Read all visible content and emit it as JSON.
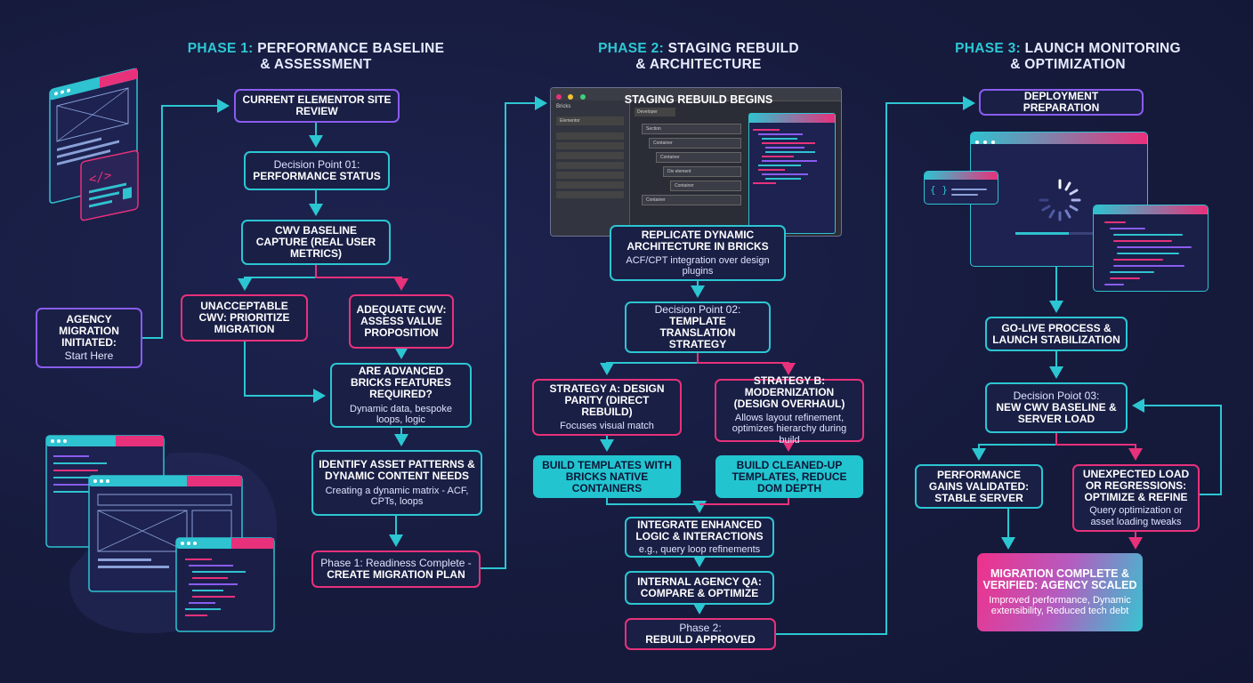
{
  "phases": [
    {
      "prefix": "PHASE 1:",
      "rest": "PERFORMANCE BASELINE",
      "line2": "& ASSESSMENT"
    },
    {
      "prefix": "PHASE 2:",
      "rest": "STAGING REBUILD",
      "line2": "& ARCHITECTURE"
    },
    {
      "prefix": "PHASE 3:",
      "rest": "LAUNCH MONITORING",
      "line2": "& OPTIMIZATION"
    }
  ],
  "nodes": {
    "p1_review": {
      "title": "CURRENT ELEMENTOR SITE REVIEW"
    },
    "p1_decision": {
      "label": "Decision Point 01:",
      "title": "PERFORMANCE STATUS"
    },
    "p1_cwv": {
      "title": "CWV BASELINE CAPTURE (REAL USER METRICS)"
    },
    "p1_start": {
      "title": "AGENCY MIGRATION INITIATED:",
      "desc": "Start Here"
    },
    "p1_unacceptable": {
      "title": "UNACCEPTABLE CWV: PRIORITIZE MIGRATION"
    },
    "p1_adequate": {
      "title": "ADEQUATE CWV: ASSESS VALUE PROPOSITION"
    },
    "p1_advanced": {
      "title": "ARE ADVANCED BRICKS FEATURES REQUIRED?",
      "desc": "Dynamic data, bespoke loops, logic"
    },
    "p1_identify": {
      "title": "IDENTIFY ASSET PATTERNS & DYNAMIC CONTENT NEEDS",
      "desc": "Creating a dynamic matrix - ACF, CPTs, loops"
    },
    "p1_readiness": {
      "label": "Phase 1: Readiness Complete -",
      "title": "CREATE MIGRATION PLAN"
    },
    "p2_staging": {
      "title": "STAGING REBUILD BEGINS"
    },
    "p2_replicate": {
      "title": "REPLICATE DYNAMIC ARCHITECTURE IN BRICKS",
      "desc": "ACF/CPT integration over design plugins"
    },
    "p2_decision": {
      "label": "Decision Point 02:",
      "title": "TEMPLATE TRANSLATION STRATEGY"
    },
    "p2_strategy_a": {
      "title": "STRATEGY A: DESIGN PARITY (DIRECT REBUILD)",
      "desc": "Focuses visual match"
    },
    "p2_strategy_b": {
      "title": "STRATEGY B: MODERNIZATION (DESIGN OVERHAUL)",
      "desc": "Allows layout refinement, optimizes hierarchy during build"
    },
    "p2_build_a": {
      "title": "BUILD TEMPLATES WITH BRICKS NATIVE CONTAINERS"
    },
    "p2_build_b": {
      "title": "BUILD CLEANED-UP TEMPLATES, REDUCE DOM DEPTH"
    },
    "p2_integrate": {
      "title": "INTEGRATE ENHANCED LOGIC & INTERACTIONS",
      "desc": "e.g., query loop refinements"
    },
    "p2_qa": {
      "title": "INTERNAL AGENCY QA: COMPARE & OPTIMIZE"
    },
    "p2_approved": {
      "label": "Phase 2:",
      "title": "REBUILD APPROVED"
    },
    "p3_deploy": {
      "title": "DEPLOYMENT PREPARATION"
    },
    "p3_golive": {
      "title": "GO-LIVE PROCESS & LAUNCH STABILIZATION"
    },
    "p3_decision": {
      "label": "Decision Poiot 03:",
      "title": "NEW CWV BASELINE & SERVER LOAD"
    },
    "p3_gains": {
      "title": "PERFORMANCE GAINS VALIDATED: STABLE SERVER"
    },
    "p3_unexpected": {
      "title": "UNEXPECTED LOAD OR REGRESSIONS: OPTIMIZE & REFINE",
      "desc": "Query optimization or asset loading tweaks"
    },
    "p3_complete": {
      "title": "MIGRATION COMPLETE & VERIFIED: AGENCY SCALED",
      "desc": "Improved performance, Dynamic extensibility, Reduced tech debt"
    }
  },
  "builder_mock": {
    "panel_title": "Bricks",
    "tab_label": "Elementor",
    "canvas_tab": "Developer",
    "tree_items": [
      "Section",
      "Container",
      "Container",
      "Div element",
      "Container",
      "Container"
    ]
  },
  "icons": [
    "wireframe-window-icon",
    "code-window-icon",
    "browser-stack-icon",
    "loading-spinner-icon",
    "code-editor-icon"
  ],
  "colors": {
    "background": "#161b3d",
    "cyan": "#2cc6d2",
    "pink": "#e8317b",
    "purple": "#8a5cf0"
  }
}
